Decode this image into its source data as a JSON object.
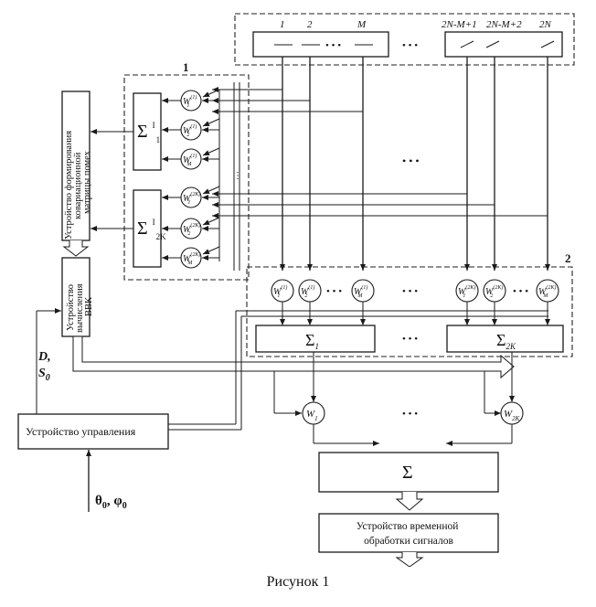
{
  "antenna": {
    "group1_labels": [
      "1",
      "2",
      "M"
    ],
    "group2_labels": [
      "2N-M+1",
      "2N-M+2",
      "2N"
    ]
  },
  "block1": {
    "number": "1",
    "sum_top": "Σ",
    "sum_top_sup": "I",
    "sum_top_sub": "1",
    "sum_bottom": "Σ",
    "sum_bottom_sup": "I",
    "sum_bottom_sub": "2K",
    "weights": [
      {
        "base": "W",
        "sub": "1",
        "sup": "(1)"
      },
      {
        "base": "W",
        "sub": "2",
        "sup": "(1)"
      },
      {
        "base": "W",
        "sub": "M",
        "sup": "(1)"
      },
      {
        "base": "W",
        "sub": "1",
        "sup": "(2K)"
      },
      {
        "base": "W",
        "sub": "2",
        "sup": "(2K)"
      },
      {
        "base": "W",
        "sub": "M",
        "sup": "(2K)"
      }
    ]
  },
  "block2": {
    "number": "2",
    "weights": [
      {
        "base": "W",
        "sub": "1",
        "sup": "(1)"
      },
      {
        "base": "W",
        "sub": "2",
        "sup": "(1)"
      },
      {
        "base": "W",
        "sub": "M",
        "sup": "(1)"
      },
      {
        "base": "W",
        "sub": "1",
        "sup": "(2K)"
      },
      {
        "base": "W",
        "sub": "2",
        "sup": "(2K)"
      },
      {
        "base": "W",
        "sub": "M",
        "sup": "(2K)"
      }
    ],
    "sum1": "Σ",
    "sum1_sub": "1",
    "sum2": "Σ",
    "sum2_sub": "2K"
  },
  "weights_out": [
    {
      "base": "W",
      "sub": "1"
    },
    {
      "base": "W",
      "sub": "2K"
    }
  ],
  "final_sum": "Σ",
  "ellipsis": "• • •",
  "devices": {
    "covariance_lines": [
      "Устройство формирования",
      "ковариационной",
      "матрицы помех"
    ],
    "vvk_lines": [
      "Устройство",
      "вычисления",
      "ВВК"
    ],
    "control": "Устройство управления",
    "temporal_lines": [
      "Устройство временной",
      "обработки сигналов"
    ]
  },
  "signals": {
    "d_label": "D,",
    "s_label": "S",
    "s_sub": "0",
    "theta_phi": "θ",
    "theta_sub": "0",
    "comma": ", ",
    "phi": "φ",
    "phi_sub": "0"
  },
  "caption": "Рисунок 1"
}
